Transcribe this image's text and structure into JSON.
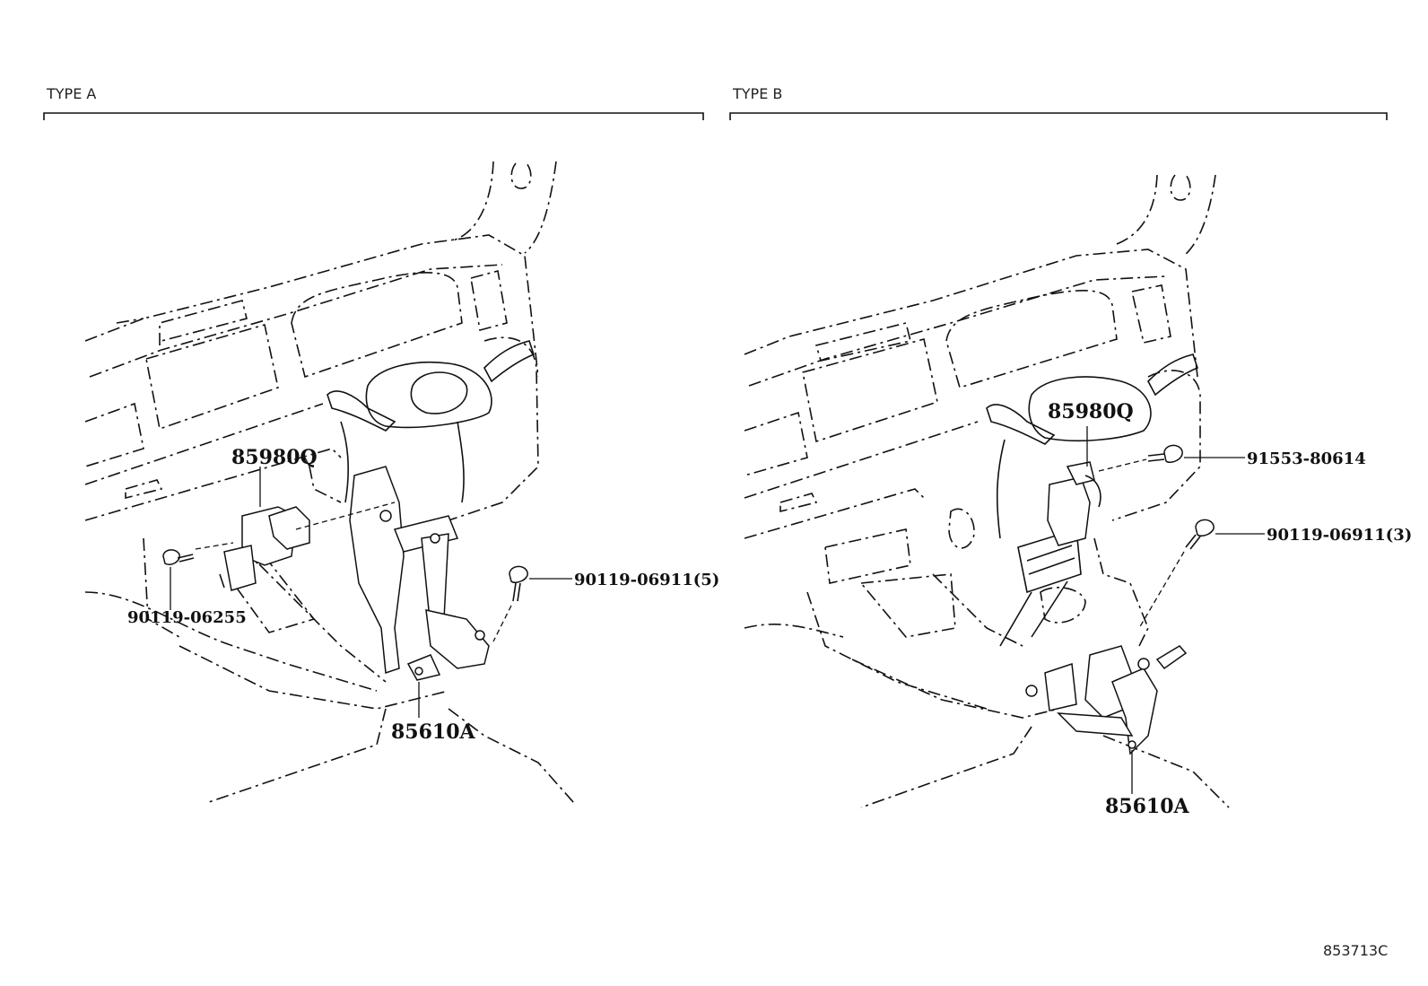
{
  "panels": [
    {
      "heading": "TYPE A",
      "labels": {
        "sensor": "85980Q",
        "bolt_small": "90119-06255",
        "bolt_count": "90119-06911(5)",
        "bracket": "85610A"
      }
    },
    {
      "heading": "TYPE B",
      "labels": {
        "sensor": "85980Q",
        "screw": "91553-80614",
        "bolt_count": "90119-06911(3)",
        "bracket": "85610A"
      }
    }
  ],
  "diagram_code": "853713C"
}
